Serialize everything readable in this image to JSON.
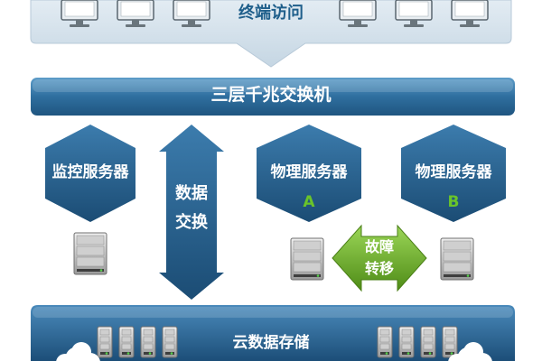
{
  "colors": {
    "top_panel": "#cfdde8",
    "top_panel_text": "#1f5f8b",
    "blue_dark": "#1c4f78",
    "blue_mid": "#2f6f9f",
    "blue_light": "#4c8fbf",
    "green_dark": "#5c9b1f",
    "green_light": "#8fd04a",
    "server_gray": "#d8d8d8",
    "cloud_white": "#ffffff",
    "green_letter": "#6ac42a"
  },
  "icons": {
    "monitor": "monitor-icon",
    "server": "server-icon",
    "cloud": "cloud-icon",
    "arrow": "arrow-shape"
  },
  "diagram": {
    "terminal_access": {
      "label": "终端访问"
    },
    "switch": {
      "label": "三层千兆交换机"
    },
    "monitor_server": {
      "label": "监控服务器"
    },
    "data_exchange": {
      "label_line1": "数据",
      "label_line2": "交换"
    },
    "physical_server_a": {
      "label": "物理服务器",
      "letter": "A"
    },
    "physical_server_b": {
      "label": "物理服务器",
      "letter": "B"
    },
    "failover": {
      "label_line1": "故障",
      "label_line2": "转移"
    },
    "cloud_storage": {
      "label": "云数据存储"
    }
  }
}
